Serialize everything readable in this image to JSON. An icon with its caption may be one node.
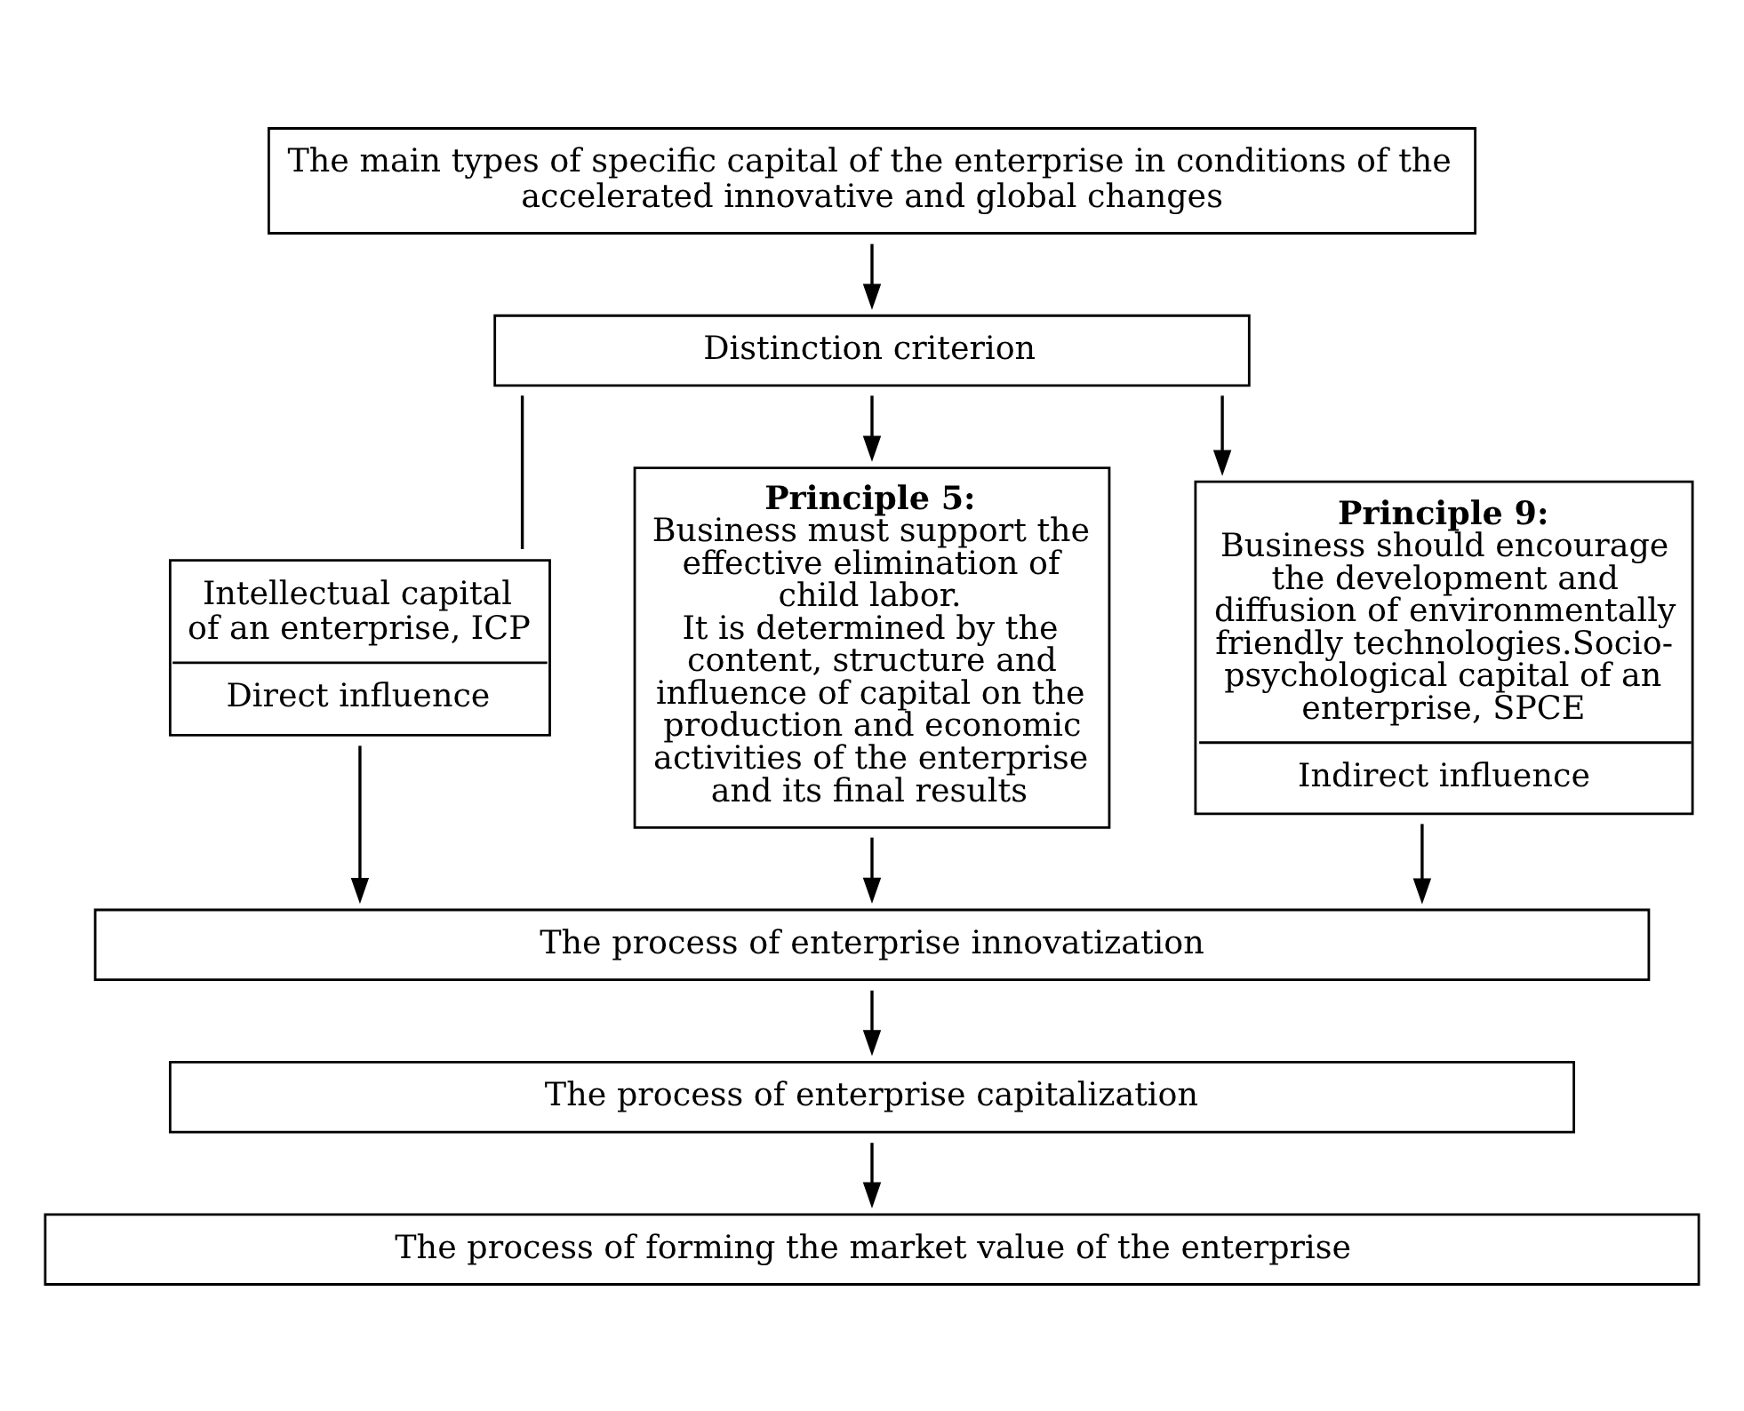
{
  "diagram": {
    "nodes": [
      {
        "text": [
          "The main types of specific capital of the enterprise in conditions of the accelerated innovative and global changes"
        ]
      },
      {
        "text": [
          "Distinction criterion"
        ]
      },
      {
        "text": [
          "Intellectual capital of an enterprise, ICP",
          "Direct influence"
        ]
      },
      {
        "text": [
          "Principle 5:",
          "Business must support the effective elimination of child labor.",
          "It is determined by the content, structure and influence of capital on the production and economic activities of the enterprise and its final results"
        ]
      },
      {
        "text": [
          "Principle 9:",
          "Business should encourage the development and diffusion of environmentally friendly technologies.Socio-psychological capital of an enterprise, SPCE",
          "Indirect influence"
        ]
      },
      {
        "text": [
          "The process of enterprise innovatization"
        ]
      },
      {
        "text": [
          "The process of enterprise capitalization"
        ]
      },
      {
        "text": [
          "The process of forming the market value of the enterprise"
        ]
      }
    ],
    "edges": [
      {
        "from": 0,
        "to": 1,
        "arrow": "to"
      },
      {
        "from": 1,
        "to": 2,
        "arrow": "none"
      },
      {
        "from": 1,
        "to": 3,
        "arrow": "to"
      },
      {
        "from": 1,
        "to": 4,
        "arrow": "to"
      },
      {
        "from": 2,
        "to": 5,
        "arrow": "to"
      },
      {
        "from": 3,
        "to": 5,
        "arrow": "to"
      },
      {
        "from": 4,
        "to": 5,
        "arrow": "to"
      },
      {
        "from": 5,
        "to": 6,
        "arrow": "to"
      },
      {
        "from": 6,
        "to": 7,
        "arrow": "to"
      }
    ]
  }
}
